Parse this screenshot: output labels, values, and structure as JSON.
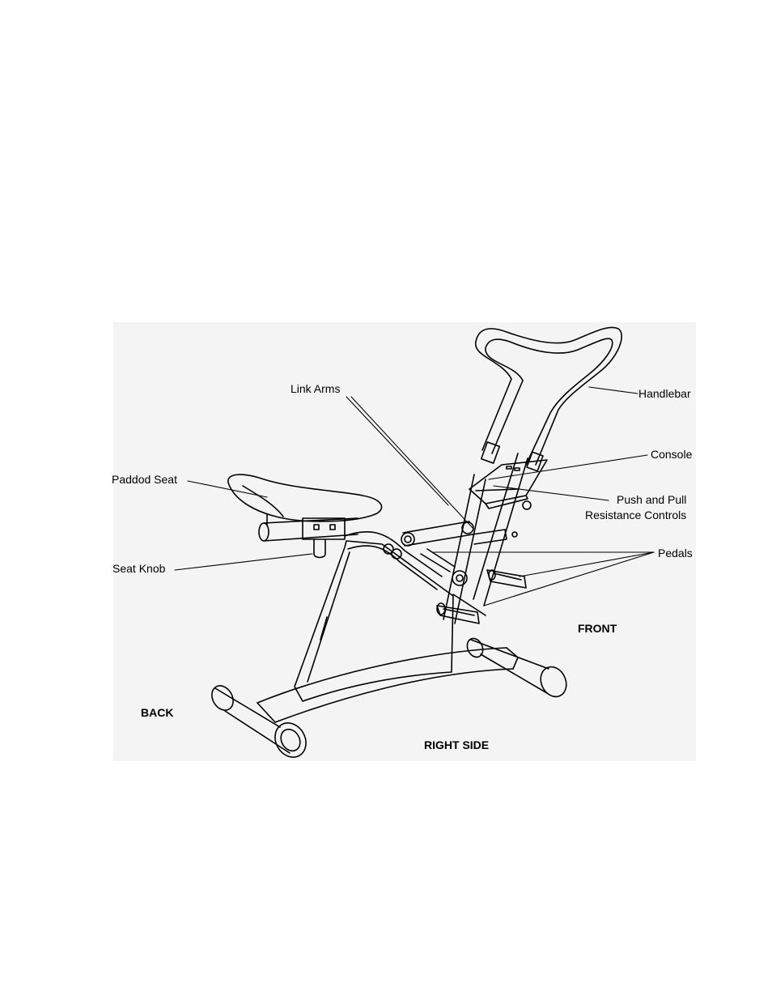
{
  "labels": {
    "link_arms": "Link Arms",
    "handlebar": "Handlebar",
    "console": "Console",
    "padded_seat": "Paddod Seat",
    "push_pull_line1": "Push and Pull",
    "push_pull_line2": "Resistance Controls",
    "seat_knob": "Seat Knob",
    "pedals": "Pedals",
    "front": "FRONT",
    "back": "BACK",
    "right_side": "RIGHT SIDE"
  }
}
